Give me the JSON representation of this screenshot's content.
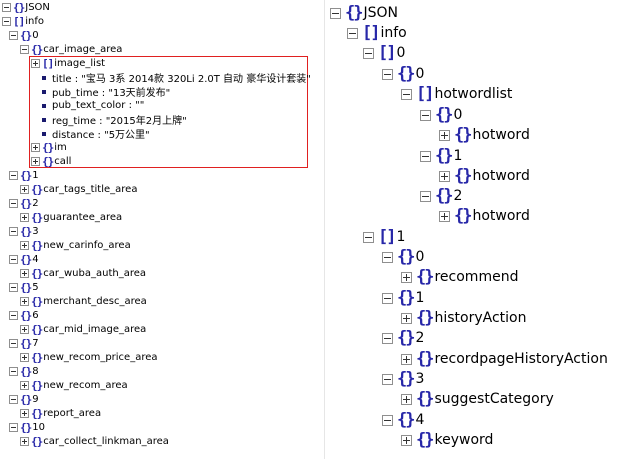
{
  "left_tree": {
    "nodes": [
      {
        "label": "JSON",
        "kind": "obj",
        "toggle": "minus"
      },
      {
        "label": "info",
        "kind": "arr",
        "toggle": "minus"
      },
      {
        "label": "0",
        "kind": "obj",
        "toggle": "minus"
      },
      {
        "label": "car_image_area",
        "kind": "obj",
        "toggle": "minus"
      },
      {
        "label": "image_list",
        "kind": "arr",
        "toggle": "plus"
      },
      {
        "label": "title : \"宝马 3系 2014款 320Li 2.0T 自动 豪华设计套装\"",
        "kind": "leaf"
      },
      {
        "label": "pub_time : \"13天前发布\"",
        "kind": "leaf"
      },
      {
        "label": "pub_text_color : \"\"",
        "kind": "leaf"
      },
      {
        "label": "reg_time : \"2015年2月上牌\"",
        "kind": "leaf"
      },
      {
        "label": "distance : \"5万公里\"",
        "kind": "leaf"
      },
      {
        "label": "im",
        "kind": "obj",
        "toggle": "plus"
      },
      {
        "label": "call",
        "kind": "obj",
        "toggle": "plus"
      },
      {
        "label": "1",
        "kind": "obj",
        "toggle": "minus"
      },
      {
        "label": "car_tags_title_area",
        "kind": "obj",
        "toggle": "plus"
      },
      {
        "label": "2",
        "kind": "obj",
        "toggle": "minus"
      },
      {
        "label": "guarantee_area",
        "kind": "obj",
        "toggle": "plus"
      },
      {
        "label": "3",
        "kind": "obj",
        "toggle": "minus"
      },
      {
        "label": "new_carinfo_area",
        "kind": "obj",
        "toggle": "plus"
      },
      {
        "label": "4",
        "kind": "obj",
        "toggle": "minus"
      },
      {
        "label": "car_wuba_auth_area",
        "kind": "obj",
        "toggle": "plus"
      },
      {
        "label": "5",
        "kind": "obj",
        "toggle": "minus"
      },
      {
        "label": "merchant_desc_area",
        "kind": "obj",
        "toggle": "plus"
      },
      {
        "label": "6",
        "kind": "obj",
        "toggle": "minus"
      },
      {
        "label": "car_mid_image_area",
        "kind": "obj",
        "toggle": "plus"
      },
      {
        "label": "7",
        "kind": "obj",
        "toggle": "minus"
      },
      {
        "label": "new_recom_price_area",
        "kind": "obj",
        "toggle": "plus"
      },
      {
        "label": "8",
        "kind": "obj",
        "toggle": "minus"
      },
      {
        "label": "new_recom_area",
        "kind": "obj",
        "toggle": "plus"
      },
      {
        "label": "9",
        "kind": "obj",
        "toggle": "minus"
      },
      {
        "label": "report_area",
        "kind": "obj",
        "toggle": "plus"
      },
      {
        "label": "10",
        "kind": "obj",
        "toggle": "minus"
      },
      {
        "label": "car_collect_linkman_area",
        "kind": "obj",
        "toggle": "plus"
      }
    ]
  },
  "right_tree": {
    "nodes": [
      {
        "label": "JSON",
        "kind": "obj",
        "toggle": "minus"
      },
      {
        "label": "info",
        "kind": "arr",
        "toggle": "minus"
      },
      {
        "label": "0",
        "kind": "arr",
        "toggle": "minus"
      },
      {
        "label": "0",
        "kind": "obj",
        "toggle": "minus"
      },
      {
        "label": "hotwordlist",
        "kind": "arr",
        "toggle": "minus"
      },
      {
        "label": "0",
        "kind": "obj",
        "toggle": "minus"
      },
      {
        "label": "hotword",
        "kind": "obj",
        "toggle": "plus"
      },
      {
        "label": "1",
        "kind": "obj",
        "toggle": "minus"
      },
      {
        "label": "hotword",
        "kind": "obj",
        "toggle": "plus"
      },
      {
        "label": "2",
        "kind": "obj",
        "toggle": "minus"
      },
      {
        "label": "hotword",
        "kind": "obj",
        "toggle": "plus"
      },
      {
        "label": "1",
        "kind": "arr",
        "toggle": "minus"
      },
      {
        "label": "0",
        "kind": "obj",
        "toggle": "minus"
      },
      {
        "label": "recommend",
        "kind": "obj",
        "toggle": "plus"
      },
      {
        "label": "1",
        "kind": "obj",
        "toggle": "minus"
      },
      {
        "label": "historyAction",
        "kind": "obj",
        "toggle": "plus"
      },
      {
        "label": "2",
        "kind": "obj",
        "toggle": "minus"
      },
      {
        "label": "recordpageHistoryAction",
        "kind": "obj",
        "toggle": "plus"
      },
      {
        "label": "3",
        "kind": "obj",
        "toggle": "minus"
      },
      {
        "label": "suggestCategory",
        "kind": "obj",
        "toggle": "plus"
      },
      {
        "label": "4",
        "kind": "obj",
        "toggle": "minus"
      },
      {
        "label": "keyword",
        "kind": "obj",
        "toggle": "plus"
      }
    ]
  },
  "colors": {
    "glyph": "#2727a8",
    "highlight": "#e02020"
  }
}
